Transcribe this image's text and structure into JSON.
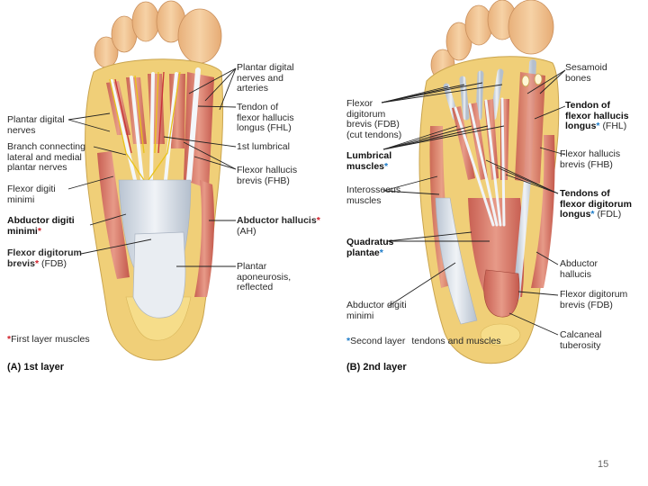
{
  "panel_a": {
    "labels": {
      "plantar_digital_nerves_arteries": [
        "Plantar digital",
        "nerves and",
        "arteries"
      ],
      "tendon_fhl": [
        "Tendon of",
        "flexor hallucis",
        "longus (FHL)"
      ],
      "first_lumbrical": "1st lumbrical",
      "fhb": [
        "Flexor hallucis",
        "brevis (FHB)"
      ],
      "abductor_hallucis_name": "Abductor hallucis",
      "abductor_hallucis_abbr": "(AH)",
      "plantar_aponeurosis": [
        "Plantar",
        "aponeurosis,",
        "reflected"
      ],
      "plantar_digital_nerves": [
        "Plantar digital",
        "nerves"
      ],
      "branch_connecting": [
        "Branch connecting",
        "lateral and medial",
        "plantar nerves"
      ],
      "flexor_digiti_minimi": [
        "Flexor digiti",
        "minimi"
      ],
      "abductor_digiti_minimi": [
        "Abductor digiti",
        "minimi"
      ],
      "fdb_name": "Flexor digitorum",
      "fdb_line2": "brevis",
      "fdb_abbr": "(FDB)"
    },
    "footnote_text": "First layer muscles",
    "caption": "(A) 1st layer"
  },
  "panel_b": {
    "labels": {
      "sesamoid_bones": [
        "Sesamoid",
        "bones"
      ],
      "tendon_fhl_line1": "Tendon of",
      "tendon_fhl_line2": "flexor hallucis",
      "tendon_fhl_line3": "longus",
      "tendon_fhl_abbr": "(FHL)",
      "fhb": [
        "Flexor hallucis",
        "brevis (FHB)"
      ],
      "tendons_fdl_line1": "Tendons of",
      "tendons_fdl_line2": "flexor digitorum",
      "tendons_fdl_line3": "longus",
      "tendons_fdl_abbr": "(FDL)",
      "abductor_hallucis": [
        "Abductor",
        "hallucis"
      ],
      "fdb": [
        "Flexor digitorum",
        "brevis (FDB)"
      ],
      "calcaneal_tuberosity": [
        "Calcaneal",
        "tuberosity"
      ],
      "fdb_cut": [
        "Flexor",
        "digitorum",
        "brevis (FDB)",
        "(cut tendons)"
      ],
      "lumbrical_line1": "Lumbrical",
      "lumbrical_line2": "muscles",
      "interosseous": [
        "Interosseous",
        "muscles"
      ],
      "quadratus_line1": "Quadratus",
      "quadratus_line2": "plantae",
      "abductor_digiti_minimi": [
        "Abductor digiti",
        "minimi"
      ]
    },
    "footnote_lines": [
      "Second layer",
      "tendons and muscles"
    ],
    "caption": "(B) 2nd layer"
  },
  "star": "*",
  "page_number": "15",
  "colors": {
    "red_asterisk": "#d0202a",
    "blue_asterisk": "#1a7ac8",
    "skin": "#f1c48f",
    "fat": "#f2d77a",
    "muscle": "#d97d6e",
    "tendon": "#dfe6ee",
    "nerve": "#e8c21a"
  }
}
